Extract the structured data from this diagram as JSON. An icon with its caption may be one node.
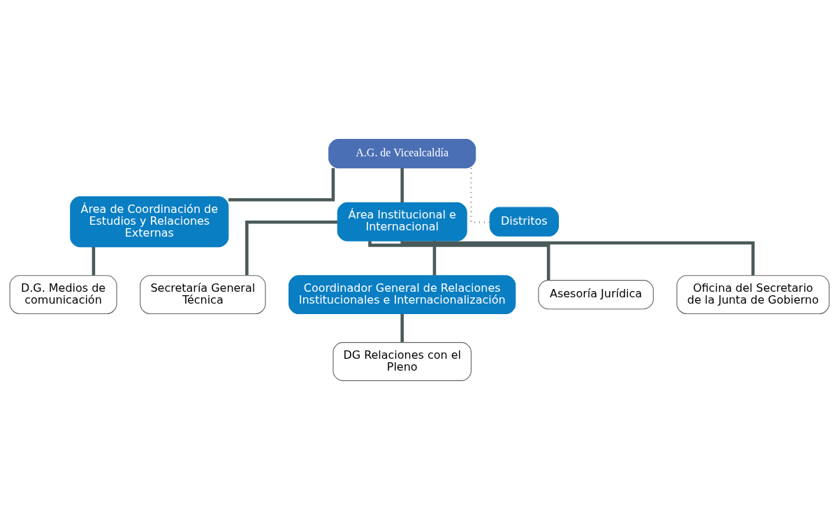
{
  "diagram": {
    "nodes": [
      {
        "text": [
          "A.G. de Vicealcaldía"
        ]
      },
      {
        "text": [
          "Área de Coordinación de Estudios y Relaciones Externas"
        ]
      },
      {
        "text": [
          "Área Institucional e Internacional"
        ]
      },
      {
        "text": [
          "Distritos"
        ]
      },
      {
        "text": [
          "D.G. Medios de comunicación"
        ]
      },
      {
        "text": [
          "Secretaría General Técnica"
        ]
      },
      {
        "text": [
          "Coordinador General de Relaciones Institucionales e Internacionalización"
        ]
      },
      {
        "text": [
          "DG Relaciones con el Pleno"
        ]
      },
      {
        "text": [
          "Asesoría Jurídica"
        ]
      },
      {
        "text": [
          "Oficina del Secretario de la Junta de Gobierno"
        ]
      }
    ],
    "edges": [
      {
        "from": 0,
        "to": 1,
        "arrow": "none"
      },
      {
        "from": 0,
        "to": 2,
        "arrow": "none"
      },
      {
        "from": 0,
        "to": 3,
        "arrow": "none",
        "style": "dashed",
        "color": "#7f7f7f"
      },
      {
        "from": 1,
        "to": 4,
        "arrow": "none"
      },
      {
        "from": 2,
        "to": 5,
        "arrow": "none"
      },
      {
        "from": 2,
        "to": 6,
        "arrow": "none"
      },
      {
        "from": 6,
        "to": 7,
        "arrow": "none"
      },
      {
        "from": 2,
        "to": 8,
        "arrow": "none"
      },
      {
        "from": 2,
        "to": 9,
        "arrow": "none"
      }
    ]
  }
}
